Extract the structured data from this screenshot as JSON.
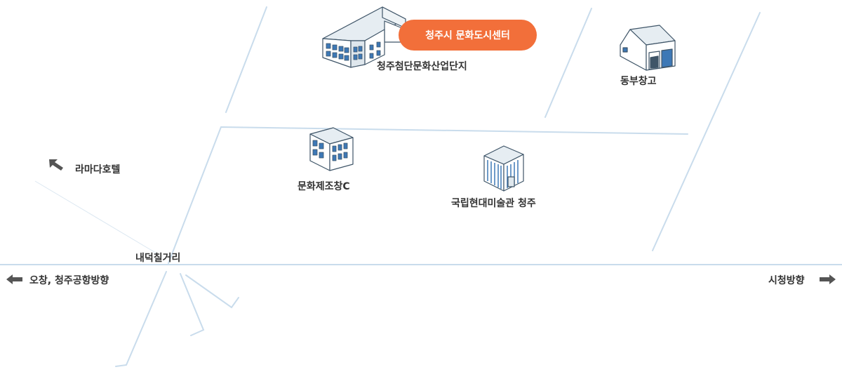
{
  "highlight": {
    "label": "청주시 문화도시센터",
    "color": "#f26f3a"
  },
  "places": {
    "industrial_complex": "청주첨단문화산업단지",
    "east_warehouse": "동부창고",
    "culture_factory": "문화제조창C",
    "mmca": "국립현대미술관 청주",
    "ramada": "라마다호텔",
    "intersection": "내덕칠거리"
  },
  "directions": {
    "left": "오창, 청주공항방향",
    "right": "시청방향"
  },
  "colors": {
    "road": "#c9dcec",
    "text": "#333333",
    "arrow": "#555555"
  }
}
